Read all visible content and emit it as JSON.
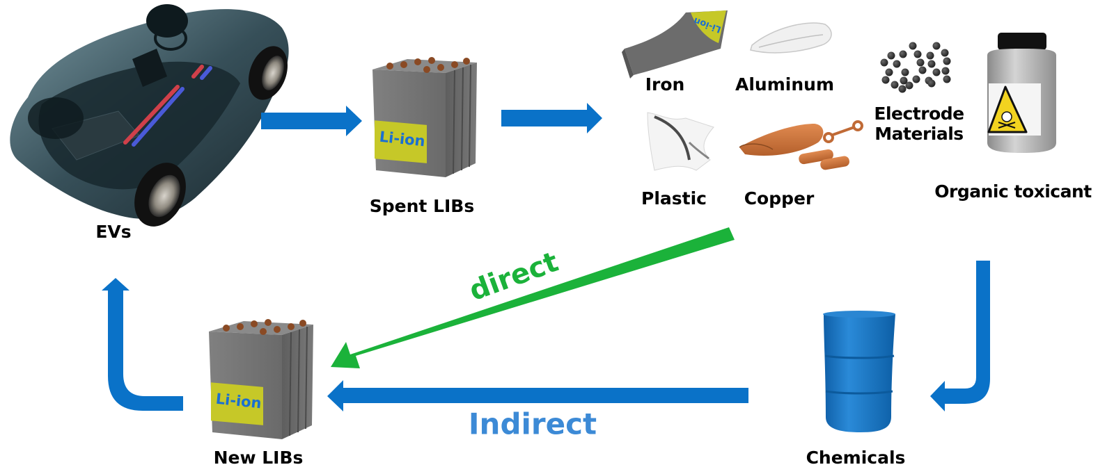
{
  "title": "Lithium-ion battery recycling flow",
  "colors": {
    "flow_arrow": "#0a72c8",
    "direct_arrow": "#1bb23a",
    "direct_label": "#1bb23a",
    "indirect_label": "#3c8ad6",
    "battery_label_bg": "#c6c828",
    "battery_label_text": "#1b6fd1",
    "battery_body": "#707070",
    "barrel": "#1a78c8",
    "copper": "#c8703a"
  },
  "nodes": {
    "evs": {
      "label": "EVs"
    },
    "spent_libs": {
      "label": "Spent LIBs",
      "battery_text": "Li-ion"
    },
    "new_libs": {
      "label": "New LIBs",
      "battery_text": "Li-ion"
    },
    "chemicals": {
      "label": "Chemicals"
    },
    "components": {
      "iron": {
        "label": "Iron",
        "tag_text": "Li-ion"
      },
      "aluminum": {
        "label": "Aluminum"
      },
      "electrode": {
        "label_line1": "Electrode",
        "label_line2": "Materials"
      },
      "plastic": {
        "label": "Plastic"
      },
      "copper": {
        "label": "Copper"
      },
      "organic": {
        "label": "Organic toxicant"
      }
    }
  },
  "flows": {
    "direct": {
      "label": "direct"
    },
    "indirect": {
      "label": "Indirect"
    }
  }
}
